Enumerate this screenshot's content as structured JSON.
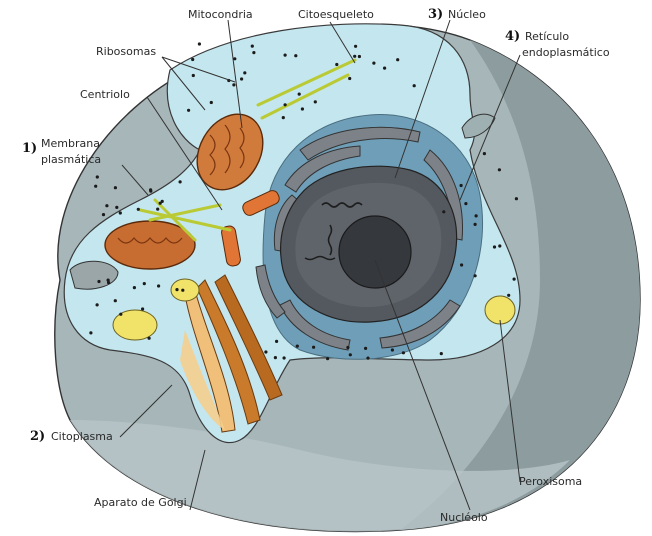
{
  "labels": {
    "mitocondria": "Mitocondria",
    "citoesqueleto": "Citoesqueleto",
    "nucleo_num": "3)",
    "nucleo": "Núcleo",
    "reticulo_num": "4)",
    "reticulo_line1": "Retículo",
    "reticulo_line2": "endoplasmático",
    "ribosomas": "Ribosomas",
    "centriolo": "Centriolo",
    "membrana_num": "1)",
    "membrana_line1": "Membrana",
    "membrana_line2": "plasmática",
    "citoplasma_num": "2)",
    "citoplasma": "Citoplasma",
    "golgi": "Aparato de Golgi",
    "nucleolo": "Nucléolo",
    "peroxisoma": "Peroxisoma"
  },
  "colors": {
    "cell_outer": "#9fb0b3",
    "cell_outer_dark": "#7f8f93",
    "cytoplasm": "#bfe3ec",
    "nuclear_region": "#78a9c0",
    "nucleus": "#4a4e55",
    "nucleolus": "#2e3034",
    "mitochondria": "#d07a3c",
    "golgi": "#e8b06a",
    "golgi_dark": "#b86a20",
    "cytoskeleton": "#c9d94a",
    "peroxisome": "#f1e36a"
  }
}
